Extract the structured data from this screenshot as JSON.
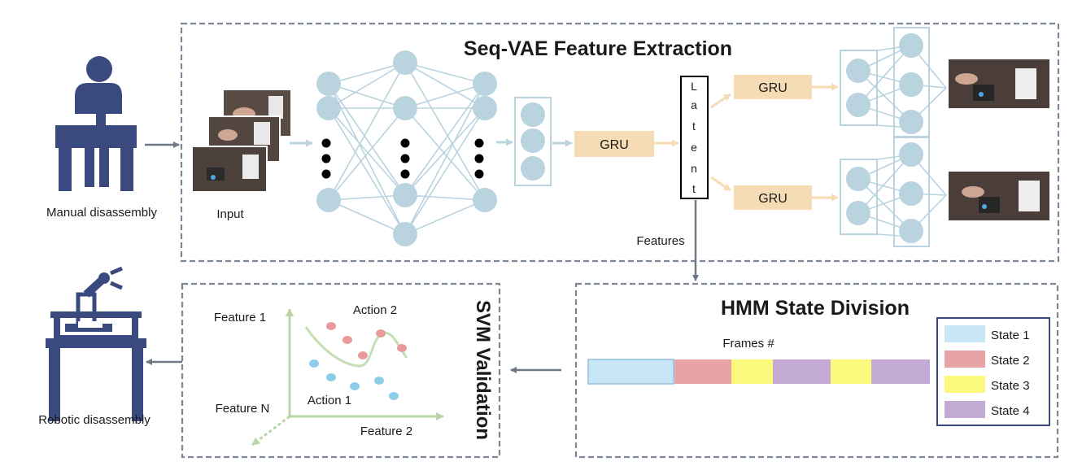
{
  "colors": {
    "box_border": "#7d8696",
    "node": "#b9d3df",
    "edge": "#b9d3df",
    "gru": "#f6dcb5",
    "arrow_gray": "#707886",
    "arrow_orange": "#f6dcb5",
    "icon": "#3b4a7e",
    "axis": "#b8d6a6",
    "dot_red": "#e99a9a",
    "dot_blue": "#8ccdea",
    "curve": "#c4dfb4",
    "state1": "#c9e6f6",
    "state2": "#e8a3a6",
    "state3": "#fbf97e",
    "state4": "#c3aad4"
  },
  "icons": {
    "manual": "person-at-desk-icon",
    "robot": "robot-arm-icon"
  },
  "labels": {
    "manual": "Manual disassembly",
    "robotic": "Robotic disassembly",
    "input": "Input",
    "features": "Features"
  },
  "seqvae": {
    "title": "Seq-VAE Feature Extraction",
    "gru": "GRU",
    "latent_letters": [
      "L",
      "a",
      "t",
      "e",
      "n",
      "t"
    ]
  },
  "svm": {
    "title": "SVM Validation",
    "feature1": "Feature 1",
    "feature2": "Feature 2",
    "featureN": "Feature N",
    "action1": "Action 1",
    "action2": "Action 2"
  },
  "hmm": {
    "title": "HMM State Division",
    "frames": "Frames #",
    "states": [
      "State 1",
      "State 2",
      "State 3",
      "State 4"
    ]
  }
}
